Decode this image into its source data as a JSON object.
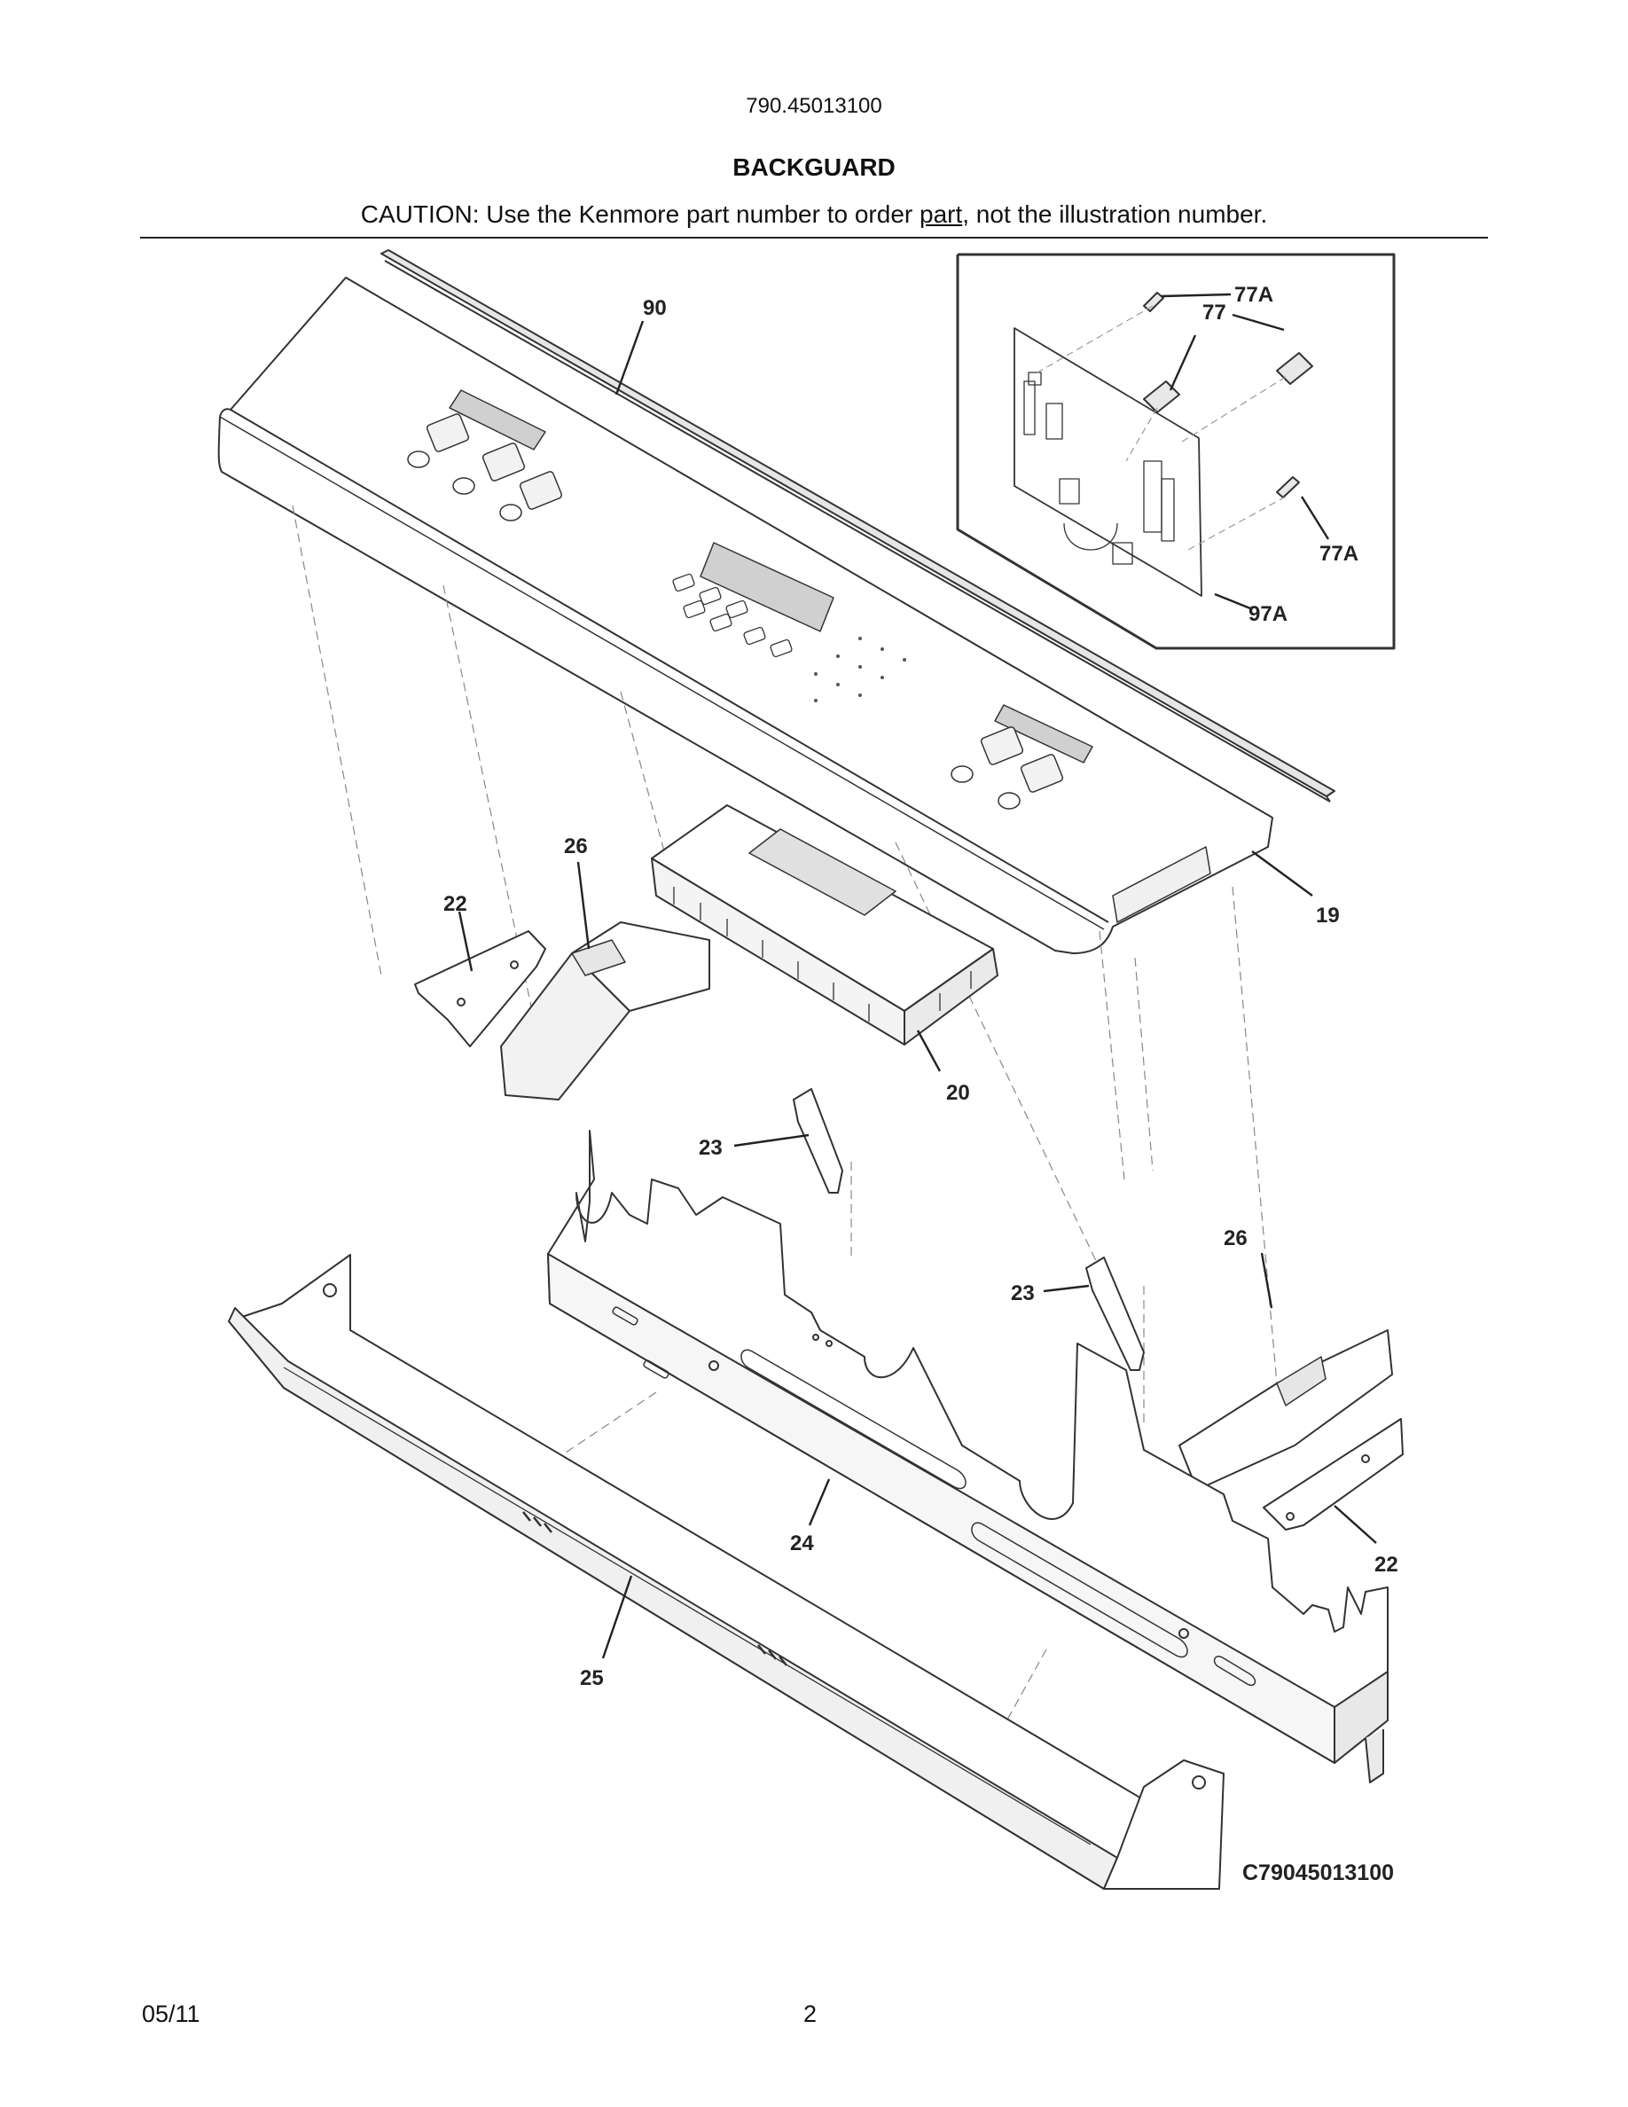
{
  "header": {
    "model_number": "790.45013100",
    "title": "BACKGUARD",
    "caution_before": "CAUTION: Use the Kenmore part number to order ",
    "caution_link": "part",
    "caution_after": ", not the illustration number."
  },
  "diagram": {
    "callouts": {
      "c90": "90",
      "c77A_top": "77A",
      "c77": "77",
      "c77A_bottom": "77A",
      "c97A": "97A",
      "c26_left": "26",
      "c22_left": "22",
      "c19": "19",
      "c20": "20",
      "c23_left": "23",
      "c26_right": "26",
      "c23_right": "23",
      "c24": "24",
      "c22_right": "22",
      "c25": "25"
    },
    "drawing_code": "C79045013100"
  },
  "footer": {
    "date": "05/11",
    "page_number": "2"
  }
}
